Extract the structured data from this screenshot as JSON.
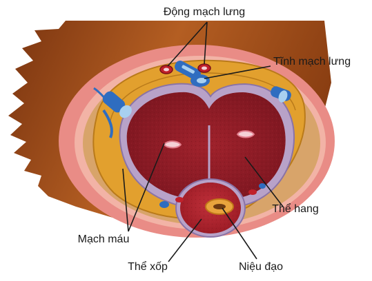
{
  "labels": {
    "dorsal_arteries": "Động mạch lưng",
    "dorsal_vein": "Tĩnh mạch lưng",
    "blood_vessels": "Mạch máu",
    "corpora_cavernosa": "Thể hang",
    "corpus_spongiosum": "Thể xốp",
    "urethra": "Niệu đạo"
  },
  "colors": {
    "skin_outer": "#8a3e12",
    "skin_inner": "#c9772f",
    "skin_pink": "#e98c86",
    "fascia": "#e2a02e",
    "tunica": "#b8a2c8",
    "cavernosa": "#8e1b24",
    "spongiosum": "#b3222c",
    "urethra": "#e9a43d",
    "vein_blue": "#2f6dc0",
    "artery_red": "#c0212b"
  }
}
